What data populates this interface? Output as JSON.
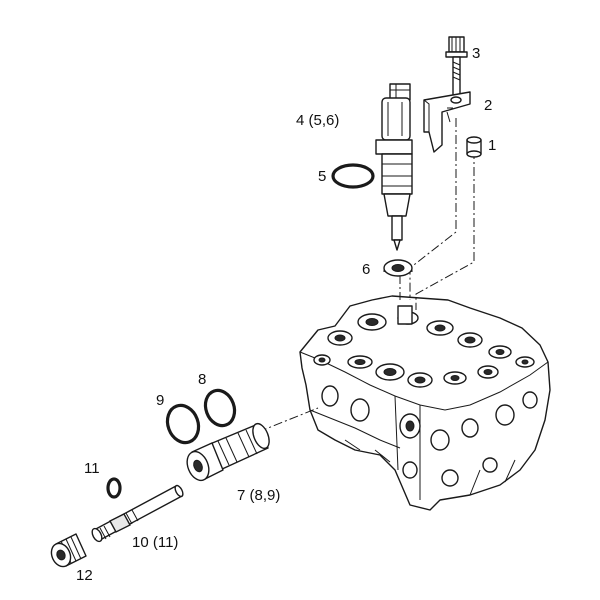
{
  "callouts": {
    "c1": "1",
    "c2": "2",
    "c3": "3",
    "c4": "4 (5,6)",
    "c5": "5",
    "c6": "6",
    "c7": "7 (8,9)",
    "c8": "8",
    "c9": "9",
    "c10": "10 (11)",
    "c11": "11",
    "c12": "12"
  },
  "colors": {
    "line": "#1a1a1a",
    "fill": "#e8e8e8",
    "background": "#ffffff"
  }
}
